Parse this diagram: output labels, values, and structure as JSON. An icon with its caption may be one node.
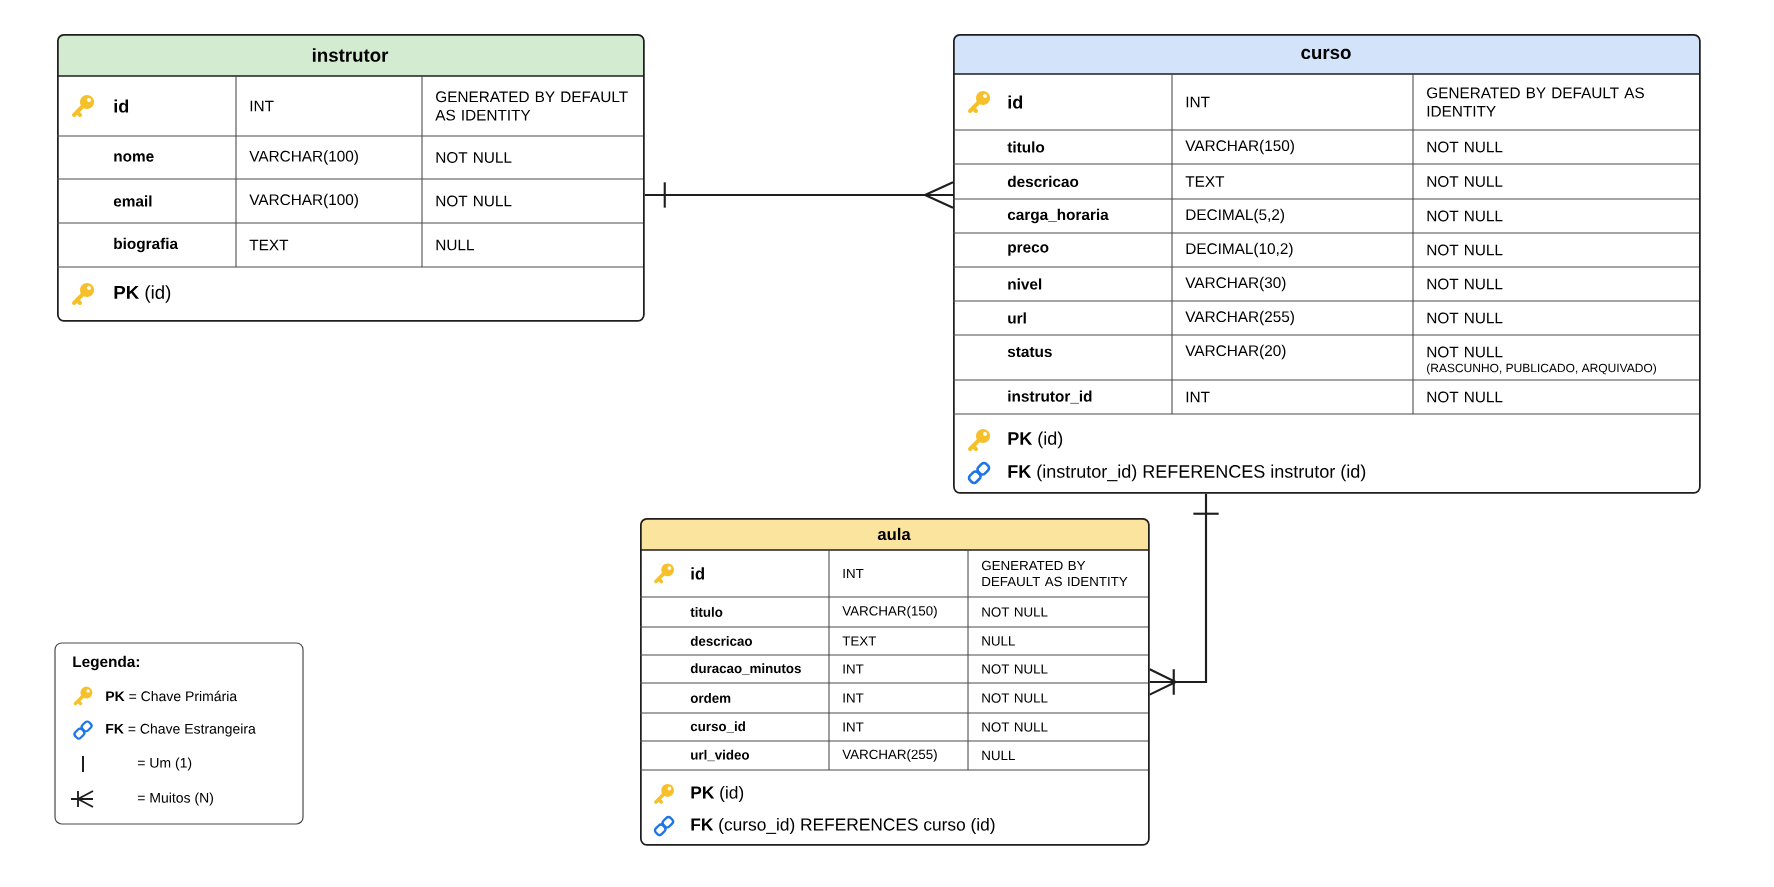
{
  "diagram": {
    "nodes": [
      {
        "text": [
          "instrutor",
          "id",
          "INT",
          "GENERATED BY DEFAULT AS IDENTITY",
          "nome",
          "VARCHAR(100)",
          "NOT NULL",
          "email",
          "VARCHAR(100)",
          "NOT NULL",
          "biografia",
          "TEXT",
          "NULL",
          "**PK** (id)"
        ]
      },
      {
        "text": [
          "curso",
          "id",
          "INT",
          "GENERATED BY DEFAULT AS IDENTITY",
          "titulo",
          "VARCHAR(150)",
          "NOT NULL",
          "descricao",
          "TEXT",
          "NOT NULL",
          "carga_horaria",
          "DECIMAL(5,2)",
          "NOT NULL",
          "preco",
          "DECIMAL(10,2)",
          "NOT NULL",
          "nivel",
          "VARCHAR(30)",
          "NOT NULL",
          "url",
          "VARCHAR(255)",
          "NOT NULL",
          "status",
          "VARCHAR(20)",
          "NOT NULL",
          "(RASCUNHO, PUBLICADO, ARQUIVADO)",
          "instrutor_id",
          "INT",
          "NOT NULL",
          "**PK** (id)",
          "**FK** (instrutor_id) REFERENCES instrutor (id)"
        ]
      },
      {
        "text": [
          "aula",
          "id",
          "INT",
          "GENERATED BY DEFAULT AS IDENTITY",
          "titulo",
          "VARCHAR(150)",
          "NOT NULL",
          "descricao",
          "TEXT",
          "NULL",
          "duracao_minutos",
          "INT",
          "NOT NULL",
          "ordem",
          "INT",
          "NOT NULL",
          "curso_id",
          "INT",
          "NOT NULL",
          "url_video",
          "VARCHAR(255)",
          "NULL",
          "**PK** (id)",
          "**FK** (curso_id) REFERENCES curso (id)"
        ]
      }
    ],
    "edges": [
      {
        "from": 0,
        "to": 1,
        "arrow": "other"
      },
      {
        "from": 1,
        "to": 2,
        "arrow": "other"
      }
    ],
    "labels": [
      "Legenda:"
    ],
    "legend": [
      {
        "text": "**PK** = Chave Primária"
      },
      {
        "text": "**FK** = Chave Estrangeira"
      },
      {
        "text": "= Um (1)"
      },
      {
        "text": "= Muitos (N)"
      }
    ]
  }
}
